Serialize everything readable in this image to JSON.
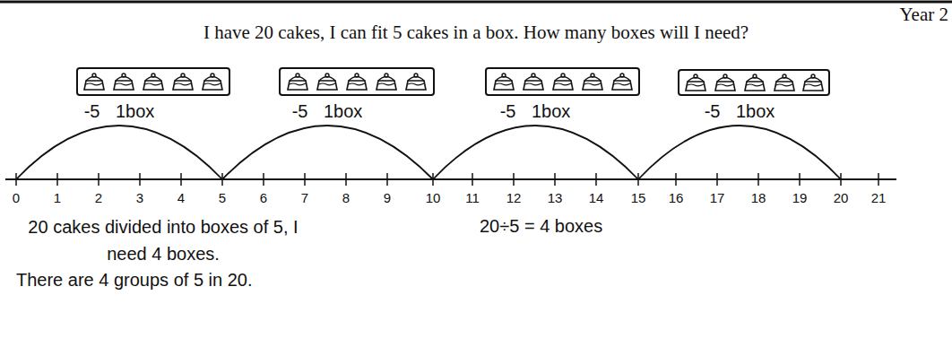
{
  "diagram": {
    "title": "I have 20 cakes, I can fit 5 cakes in a box. How many boxes will I need?",
    "labels": [
      "Year 2",
      "-5 1box",
      "-5 1box",
      "-5 1box",
      "-5 1box",
      "0",
      "1",
      "2",
      "3",
      "4",
      "5",
      "6",
      "7",
      "8",
      "9",
      "10",
      "11",
      "12",
      "13",
      "14",
      "15",
      "16",
      "17",
      "18",
      "19",
      "20",
      "21",
      "20 cakes divided into boxes of 5, I need 4 boxes.",
      "There are 4 groups of 5 in 20.",
      "20÷5 = 4 boxes"
    ]
  }
}
